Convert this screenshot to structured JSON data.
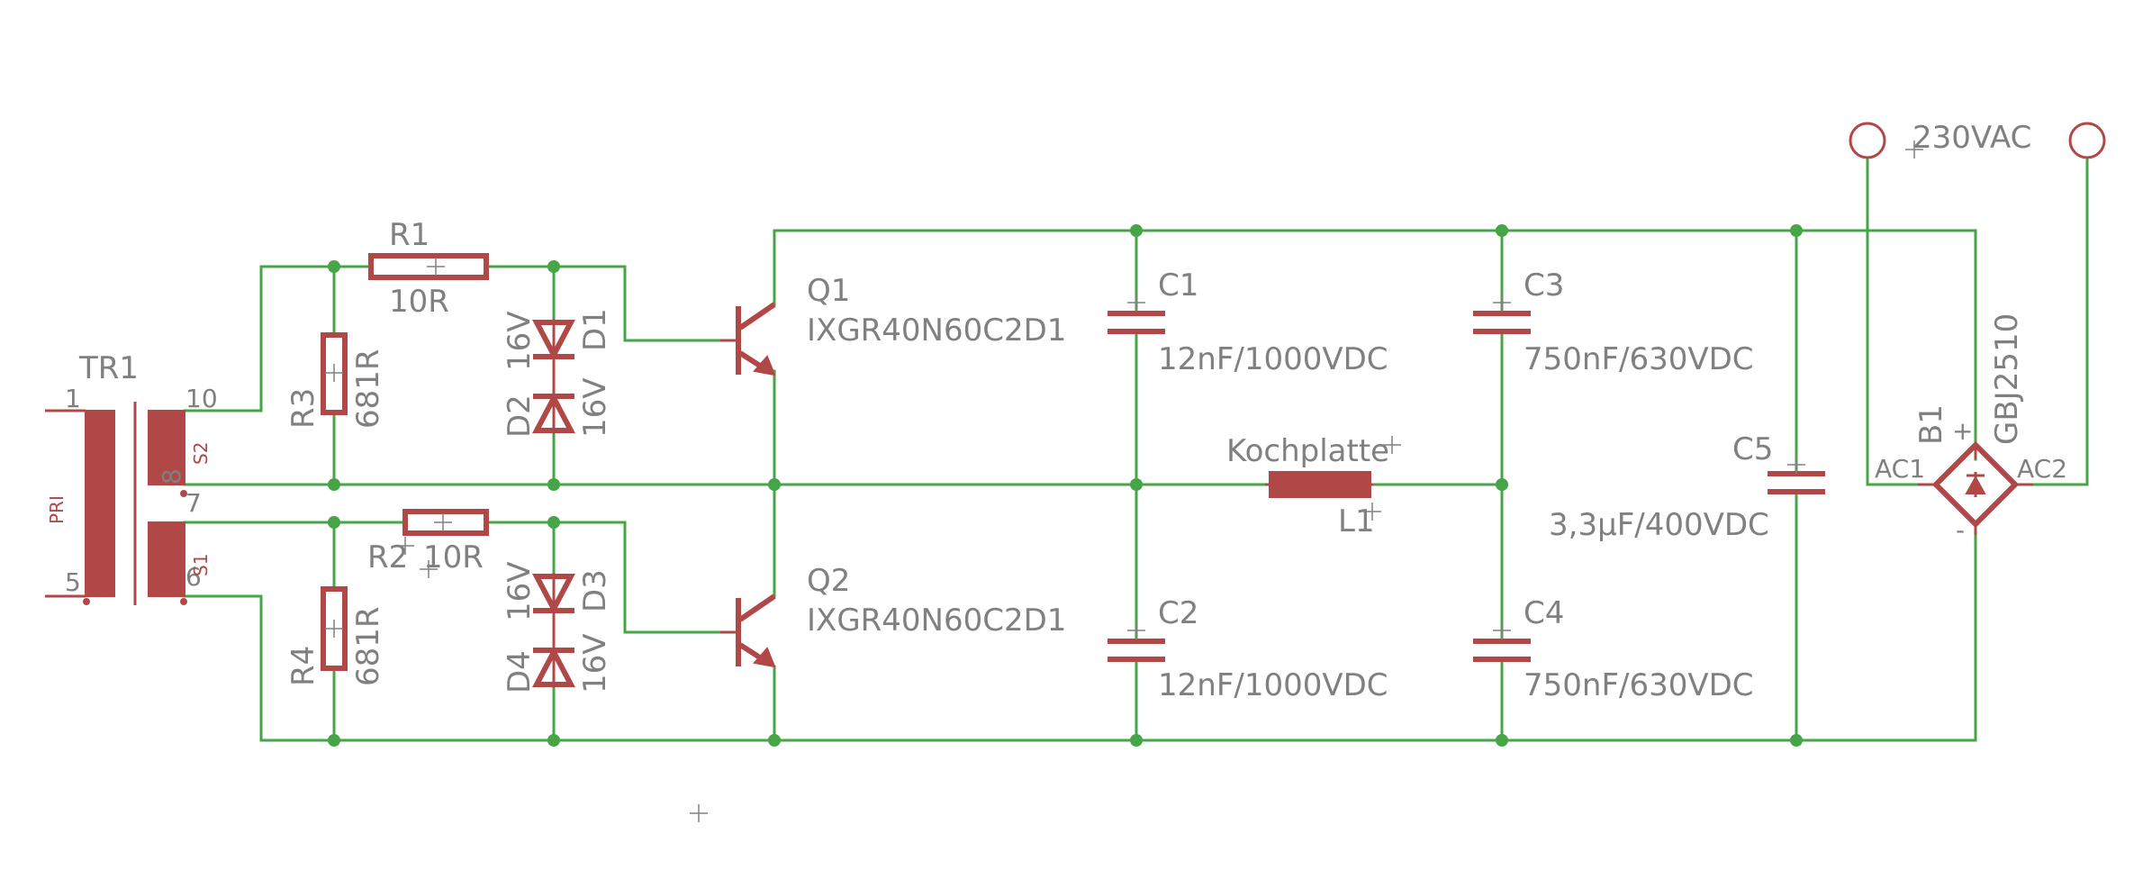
{
  "transformer": {
    "name": "TR1",
    "primary_label": "PRI",
    "secondary1_label": "S1",
    "secondary2_label": "S2",
    "pins": {
      "p1": "1",
      "p5": "5",
      "p10": "10",
      "p7": "7",
      "p6": "6",
      "p8": "8"
    }
  },
  "resistors": [
    {
      "name": "R1",
      "value": "10R"
    },
    {
      "name": "R2",
      "value": "10R"
    },
    {
      "name": "R3",
      "value": "681R"
    },
    {
      "name": "R4",
      "value": "681R"
    }
  ],
  "zeners": [
    {
      "name": "D1",
      "value": "16V"
    },
    {
      "name": "D2",
      "value": "16V"
    },
    {
      "name": "D3",
      "value": "16V"
    },
    {
      "name": "D4",
      "value": "16V"
    }
  ],
  "transistors": [
    {
      "name": "Q1",
      "value": "IXGR40N60C2D1"
    },
    {
      "name": "Q2",
      "value": "IXGR40N60C2D1"
    }
  ],
  "capacitors": [
    {
      "name": "C1",
      "value": "12nF/1000VDC"
    },
    {
      "name": "C2",
      "value": "12nF/1000VDC"
    },
    {
      "name": "C3",
      "value": "750nF/630VDC"
    },
    {
      "name": "C4",
      "value": "750nF/630VDC"
    },
    {
      "name": "C5",
      "value": "3,3µF/400VDC"
    }
  ],
  "inductor": {
    "name": "L1",
    "value": "Kochplatte"
  },
  "bridge": {
    "name": "B1",
    "value": "GBJ2510",
    "ac1": "AC1",
    "ac2": "AC2",
    "plus": "+",
    "minus": "-"
  },
  "supply": {
    "label": "230VAC"
  },
  "colors": {
    "wire": "#46a546",
    "part": "#b04848",
    "text": "#808080",
    "background": "#ffffff"
  }
}
